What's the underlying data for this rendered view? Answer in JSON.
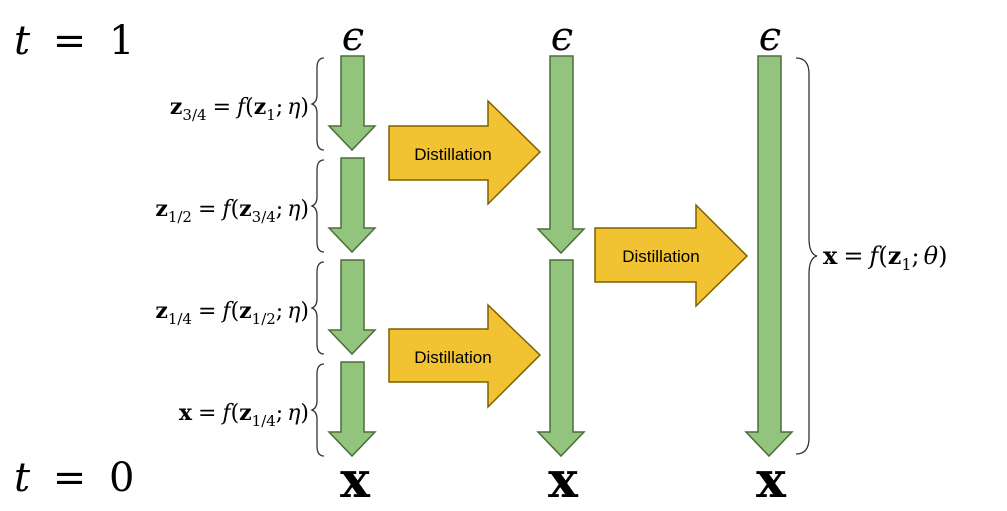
{
  "time_labels": {
    "t1": {
      "var": "t",
      "eq": "=",
      "val": "1"
    },
    "t0": {
      "var": "t",
      "eq": "=",
      "val": "0"
    }
  },
  "top_symbol": "ϵ",
  "bottom_symbol": "x",
  "distillation_label": "Distillation",
  "colors": {
    "arrow_green_fill": "#93c47d",
    "arrow_green_stroke": "#4a6e3a",
    "arrow_yellow_fill": "#f1c232",
    "arrow_yellow_stroke": "#7f6000",
    "brace": "#333333",
    "text": "#000000"
  },
  "step_equations": [
    {
      "lhs_var": "z",
      "lhs_sub": "3/4",
      "func": "f",
      "arg_var": "z",
      "arg_sub": "1",
      "param": "η"
    },
    {
      "lhs_var": "z",
      "lhs_sub": "1/2",
      "func": "f",
      "arg_var": "z",
      "arg_sub": "3/4",
      "param": "η"
    },
    {
      "lhs_var": "z",
      "lhs_sub": "1/4",
      "func": "f",
      "arg_var": "z",
      "arg_sub": "1/2",
      "param": "η"
    },
    {
      "lhs_var": "x",
      "lhs_sub": "",
      "func": "f",
      "arg_var": "z",
      "arg_sub": "1/4",
      "param": "η"
    }
  ],
  "final_equation": {
    "lhs_var": "x",
    "func": "f",
    "arg_var": "z",
    "arg_sub": "1",
    "param": "θ"
  }
}
